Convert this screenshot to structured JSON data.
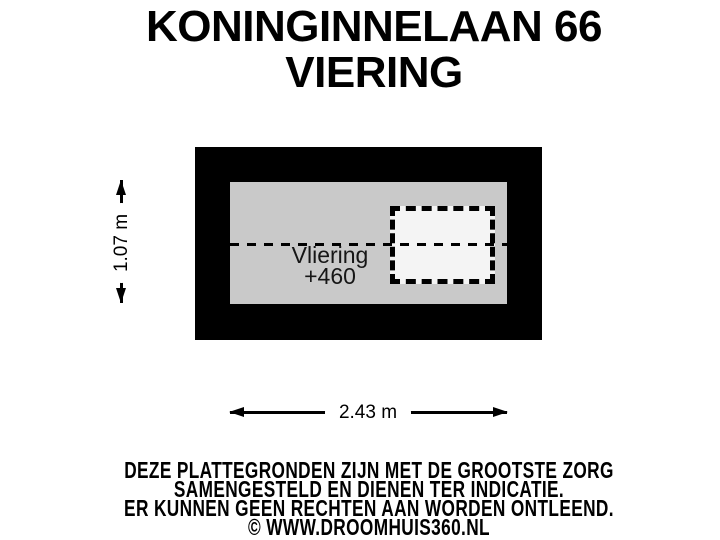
{
  "title": {
    "line1": "KONINGINNELAAN 66",
    "line2": "VIERING"
  },
  "floorplan": {
    "room_label": "Vliering",
    "room_level": "+460",
    "width_dimension": "2.43 m",
    "height_dimension": "1.07 m"
  },
  "footer": {
    "line1": "DEZE PLATTEGRONDEN ZIJN MET DE GROOTSTE ZORG",
    "line2": "SAMENGESTELD EN DIENEN TER INDICATIE.",
    "line3": "ER KUNNEN GEEN RECHTEN AAN WORDEN ONTLEEND.",
    "line4": "© WWW.DROOMHUIS360.NL"
  },
  "colors": {
    "wall": "#000000",
    "floor": "#c9c9c9",
    "dashed_area_fill": "#f4f4f4",
    "background": "#ffffff",
    "text": "#000000"
  }
}
